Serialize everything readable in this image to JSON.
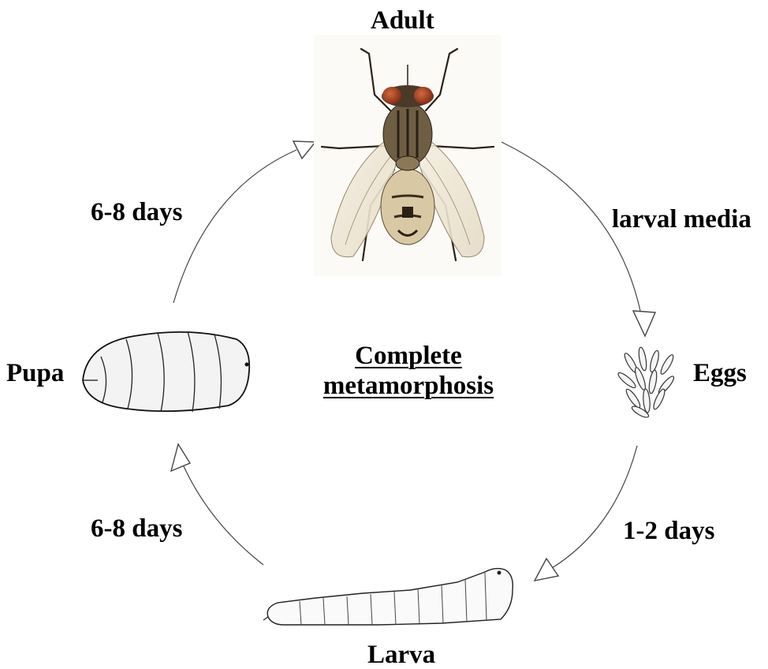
{
  "stages": {
    "adult": "Adult",
    "eggs": "Eggs",
    "larva": "Larva",
    "pupa": "Pupa"
  },
  "transitions": {
    "adult_to_eggs": "larval media",
    "eggs_to_larva": "1-2 days",
    "larva_to_pupa": "6-8 days",
    "pupa_to_adult": "6-8 days"
  },
  "center": {
    "line1": "Complete",
    "line2": "metamorphosis"
  }
}
